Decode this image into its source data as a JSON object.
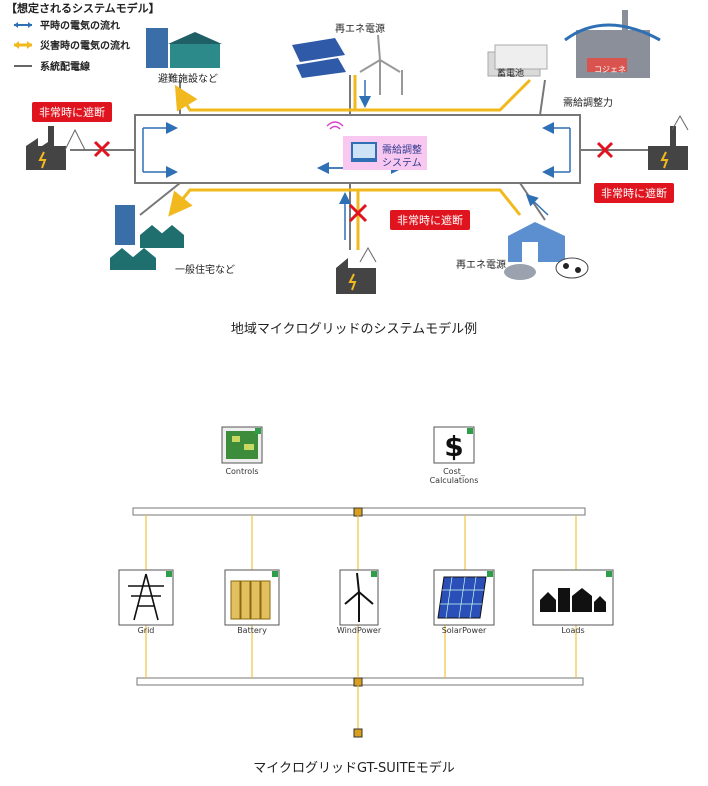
{
  "legend": {
    "title": "【想定されるシステムモデル】",
    "items": [
      {
        "label": "平時の電気の流れ",
        "color": "#2f6fb4"
      },
      {
        "label": "災害時の電気の流れ",
        "color": "#f2b91e"
      },
      {
        "label": "系統配電線",
        "color": "#666666"
      }
    ]
  },
  "top_labels": {
    "evacuation": "避難施設など",
    "renewable_top": "再エネ電源",
    "storage": "蓄電池",
    "cogen": "コジェネ",
    "dr": "需給調整力",
    "control_line1": "需給調整",
    "control_line2": "システム",
    "emergency_left": "非常時に遮断",
    "emergency_right": "非常時に遮断",
    "emergency_bottom": "非常時に遮断",
    "houses": "一般住宅など",
    "renewable_bottom": "再エネ電源"
  },
  "caption_top": "地域マイクログリッドのシステムモデル例",
  "gt_suite": {
    "controls": "Controls",
    "cost_line1": "Cost_",
    "cost_line2": "Calculations",
    "nodes": [
      "Grid",
      "Battery",
      "WindPower",
      "SolarPower",
      "Loads"
    ]
  },
  "caption_bottom": "マイクログリッドGT-SUITEモデル",
  "colors": {
    "blue": "#2f6fb4",
    "yellow": "#f2b91e",
    "gray": "#777777",
    "red": "#e0141e",
    "pink": "#f8c8f0"
  }
}
